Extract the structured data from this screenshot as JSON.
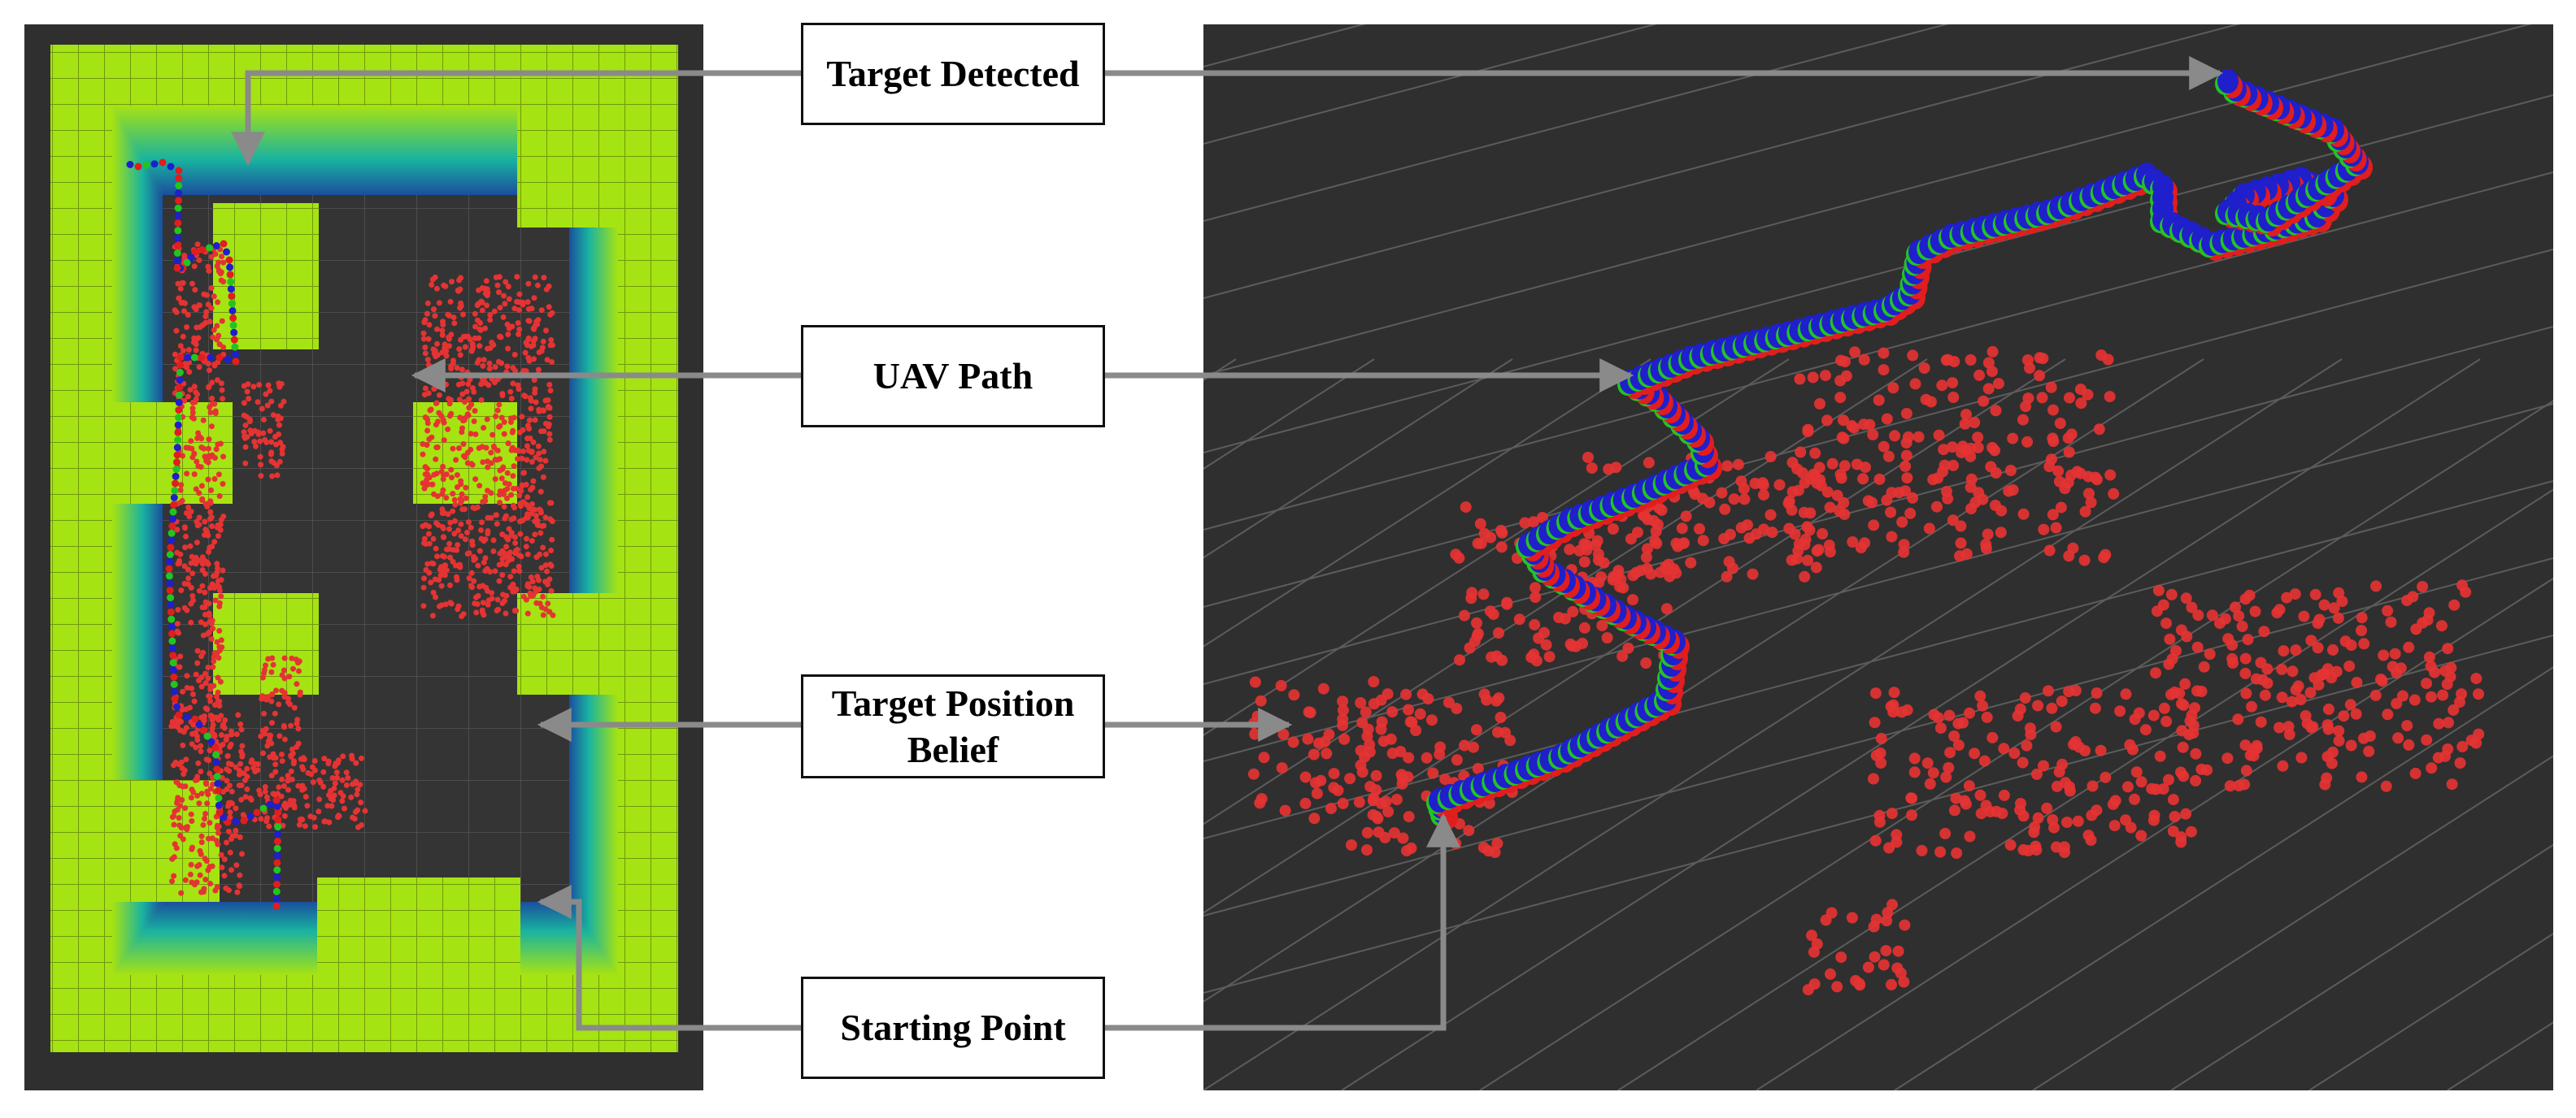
{
  "labels": {
    "target_detected": "Target Detected",
    "uav_path": "UAV Path",
    "target_position_belief": [
      "Target Position",
      "Belief"
    ],
    "starting_point": "Starting Point"
  },
  "colors": {
    "panel_background": "#2f2f2f",
    "grid_line": "#5c5c5c",
    "wall_block": "#a6e312",
    "wall_block_edge": "#7fb00c",
    "wall_shade_blue": "#1e7fbf",
    "path_blue": "#1f1fcc",
    "path_red": "#e01e1e",
    "path_green": "#22c422",
    "belief_particles": "#e53333",
    "arrow": "#8a8a8a",
    "label_border": "#111111"
  }
}
